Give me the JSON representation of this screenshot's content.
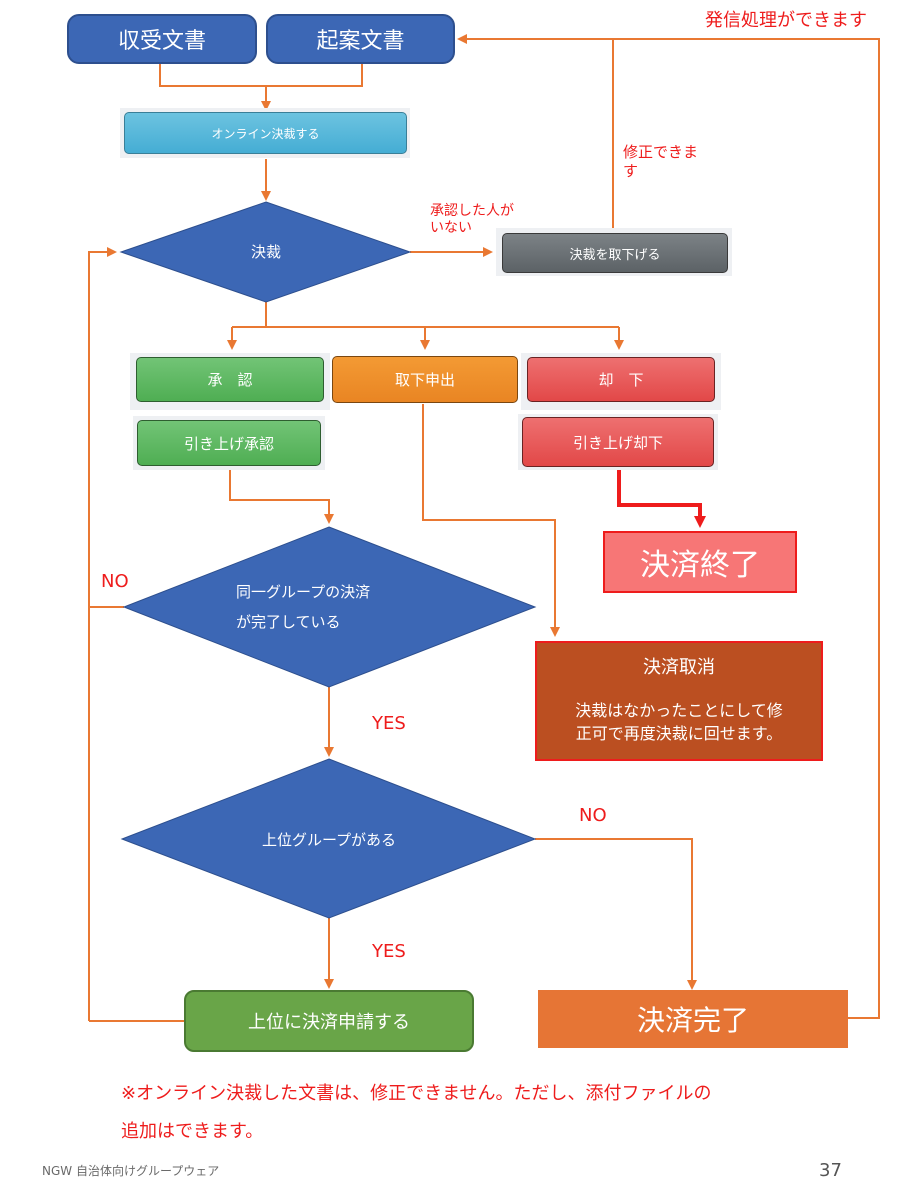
{
  "colors": {
    "connector": "#e97832",
    "decision_fill": "#3c67b5",
    "annotation_red": "#ee1c1c",
    "doc_blue": "#3c67b5",
    "end_red": "#f77676",
    "cancel_brown": "#bb4f21",
    "complete_orange": "#e67535",
    "upper_green": "#69a548"
  },
  "top_annotation": "発信処理ができます",
  "documents": {
    "received": "収受文書",
    "drafted": "起案文書"
  },
  "online_button": "オンライン決裁する",
  "decision_main": "決裁",
  "no_approver_note": [
    "承認した人が",
    "いない"
  ],
  "withdraw_button": "決裁を取下げる",
  "editable_note": [
    "修正できま",
    "す"
  ],
  "actions": {
    "approve": "承　認",
    "request_withdraw": "取下申出",
    "reject": "却　下",
    "pullup_approve": "引き上げ承認",
    "pullup_reject": "引き上げ却下"
  },
  "end_reject": "決済終了",
  "decision_group": [
    "同一グループの決済",
    "が完了している"
  ],
  "label_no": "NO",
  "label_yes": "YES",
  "cancel": {
    "title": "決済取消",
    "body": [
      "決裁はなかったことにして修",
      "正可で再度決裁に回せます。"
    ]
  },
  "decision_upper": "上位グループがある",
  "upper_request": "上位に決済申請する",
  "complete": "決済完了",
  "footnote": [
    "※オンライン決裁した文書は、修正できません。ただし、添付ファイルの",
    "追加はできます。"
  ],
  "footer": {
    "product": "NGW 自治体向けグループウェア",
    "page_number": "37"
  }
}
